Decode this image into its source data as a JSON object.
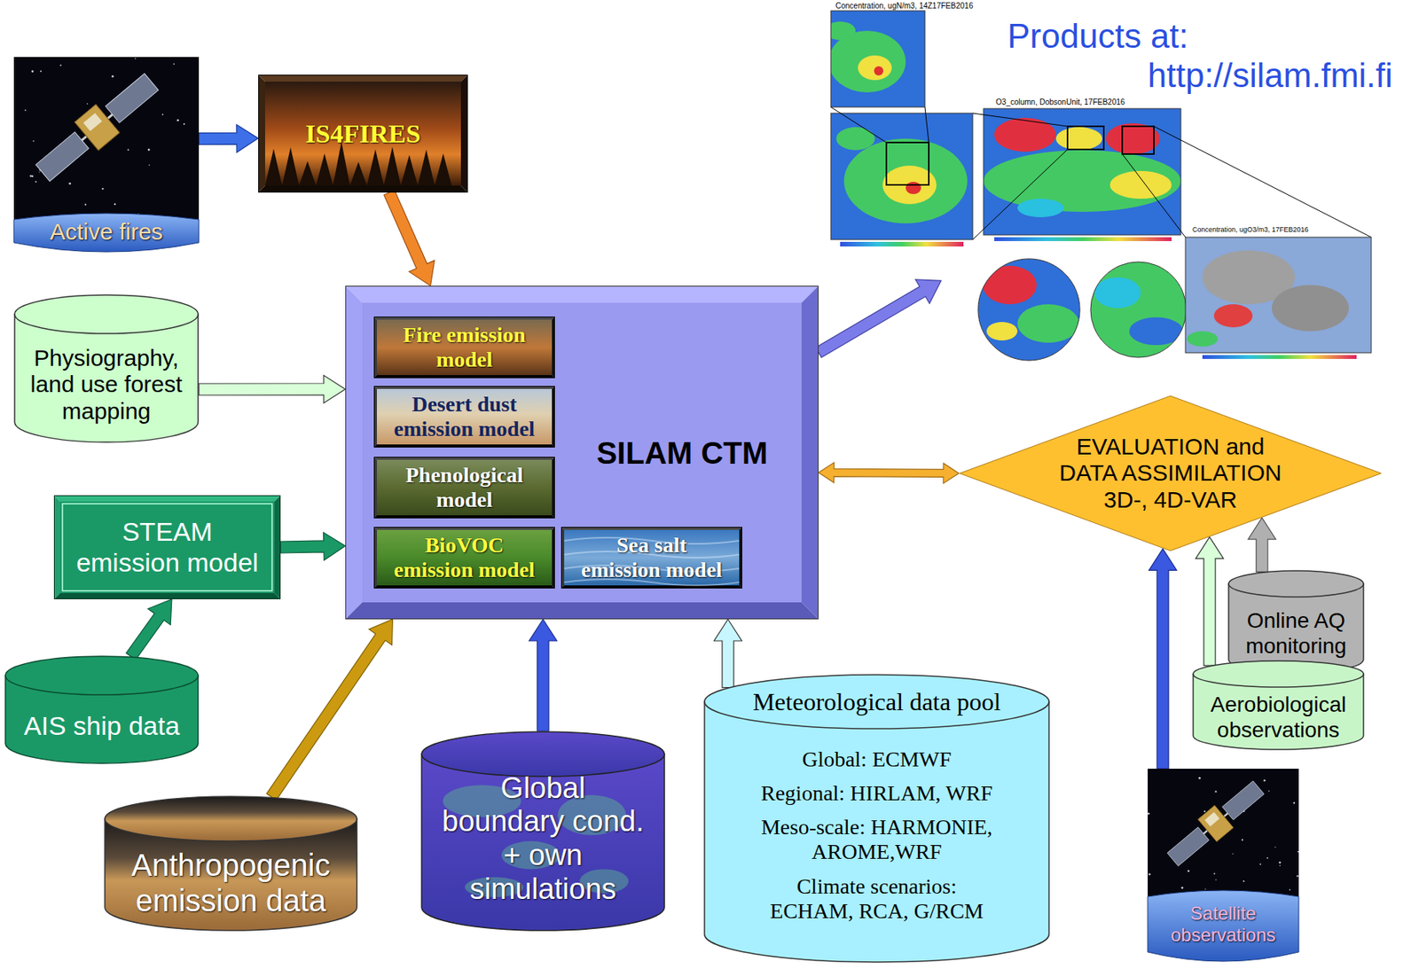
{
  "diagram": {
    "nodes": [
      {
        "text": [
          "Active fires"
        ]
      },
      {
        "text": [
          "IS4FIRES"
        ]
      },
      {
        "text": [
          "Products at:",
          "http://silam.fmi.fi"
        ]
      },
      {
        "text": [
          "Physiography, land use forest mapping"
        ]
      },
      {
        "text": [
          "SILAM CTM"
        ]
      },
      {
        "text": [
          "Fire emission model"
        ],
        "in": 4
      },
      {
        "text": [
          "Desert dust emission model"
        ],
        "in": 4
      },
      {
        "text": [
          "Phenological model"
        ],
        "in": 4
      },
      {
        "text": [
          "BioVOC emission model"
        ],
        "in": 4
      },
      {
        "text": [
          "Sea salt emission model"
        ],
        "in": 4
      },
      {
        "text": [
          "EVALUATION and DATA ASSIMILATION 3D-, 4D-VAR"
        ]
      },
      {
        "text": [
          "STEAM emission model"
        ]
      },
      {
        "text": [
          "Online AQ monitoring"
        ]
      },
      {
        "text": [
          "Aerobiological observations"
        ]
      },
      {
        "text": [
          "AIS ship data"
        ]
      },
      {
        "text": [
          "Anthropogenic emission data"
        ]
      },
      {
        "text": [
          "Global boundary cond. + own simulations"
        ]
      },
      {
        "text": [
          "Meteorological data pool",
          "Global: ECMWF",
          "Regional: HIRLAM, WRF",
          "Meso-scale: HARMONIE, AROME,WRF",
          "Climate scenarios: ECHAM, RCA, G/RCM"
        ]
      },
      {
        "text": [
          "Satellite observations"
        ]
      }
    ],
    "edges": [
      {
        "from": 0,
        "to": 1,
        "arrow": "to"
      },
      {
        "from": 1,
        "to": 4,
        "arrow": "to"
      },
      {
        "from": 4,
        "to": 2,
        "arrow": "to"
      },
      {
        "from": 3,
        "to": 4,
        "arrow": "to"
      },
      {
        "from": 4,
        "to": 10,
        "arrow": "both"
      },
      {
        "from": 11,
        "to": 4,
        "arrow": "to"
      },
      {
        "from": 14,
        "to": 11,
        "arrow": "to"
      },
      {
        "from": 15,
        "to": 4,
        "arrow": "to"
      },
      {
        "from": 16,
        "to": 4,
        "arrow": "to"
      },
      {
        "from": 17,
        "to": 4,
        "arrow": "to"
      },
      {
        "from": 18,
        "to": 10,
        "arrow": "to"
      },
      {
        "from": 13,
        "to": 10,
        "arrow": "to"
      },
      {
        "from": 12,
        "to": 10,
        "arrow": "to"
      }
    ],
    "labels": [
      "Concentration, ugN/m3, 14Z17FEB2016",
      "O3_column, DobsonUnit, 17FEB2016",
      "Concentration, ugO3/m3, 17FEB2016"
    ]
  }
}
